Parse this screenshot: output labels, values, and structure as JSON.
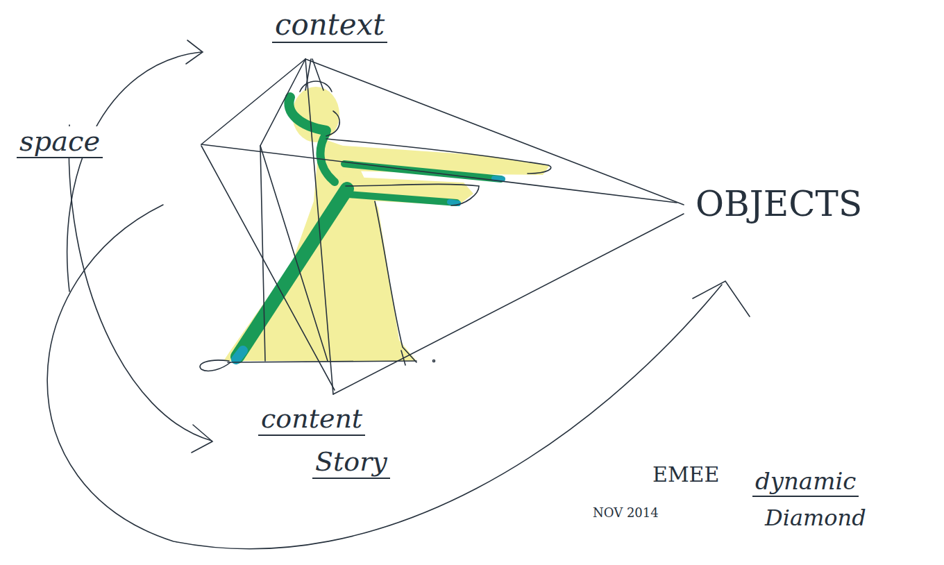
{
  "diagram": {
    "labels": [
      "context",
      "space",
      "OBJECTS",
      "content",
      "Story",
      "EMEE",
      "dynamic",
      "Diamond",
      "NOV 2014"
    ]
  }
}
